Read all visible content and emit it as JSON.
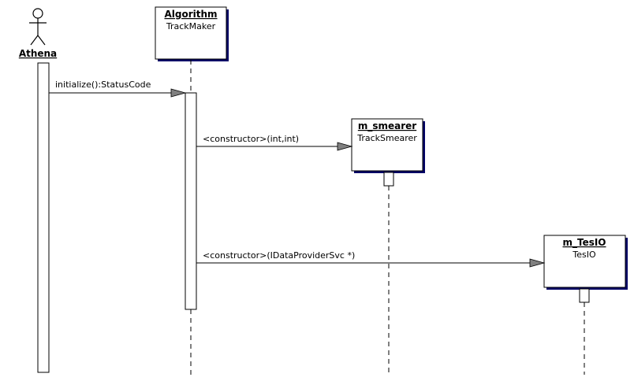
{
  "actor": {
    "name": "Athena"
  },
  "objects": [
    {
      "id": "trackmaker",
      "name": "Algorithm",
      "type": "TrackMaker"
    },
    {
      "id": "smearer",
      "name": "m_smearer",
      "type": "TrackSmearer"
    },
    {
      "id": "tesio",
      "name": "m_TesIO",
      "type": "TesIO"
    }
  ],
  "messages": [
    {
      "label": "initialize():StatusCode"
    },
    {
      "label": "<constructor>(int,int)"
    },
    {
      "label": "<constructor>(IDataProviderSvc *)"
    }
  ],
  "colors": {
    "line": "#000000",
    "shadow": "#000066",
    "arrowhead": "#808080",
    "box_fill": "#ffffff"
  }
}
